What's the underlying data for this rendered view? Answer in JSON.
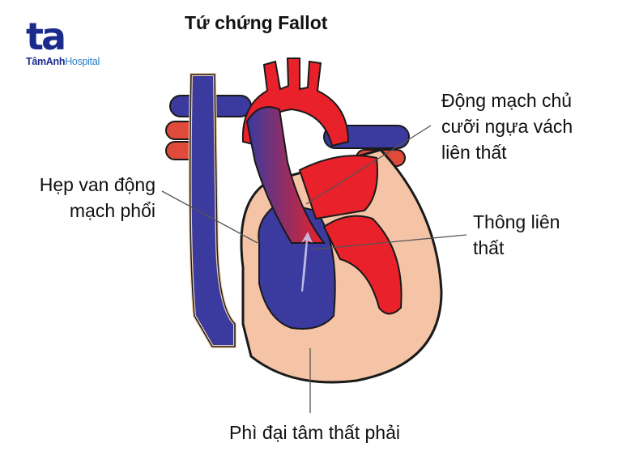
{
  "logo": {
    "mark": "ta",
    "brand": "TâmAnh",
    "suffix": "Hospital",
    "colors": {
      "mark": "#1a2b8c",
      "suffix": "#2a7fc9"
    }
  },
  "title": "Tứ chứng Fallot",
  "labels": {
    "overriding_aorta": [
      "Động mạch chủ",
      "cưỡi ngựa vách",
      "liên thất"
    ],
    "pulmonary_stenosis": [
      "Hẹp van động",
      "mạch phổi"
    ],
    "vsd": [
      "Thông liên",
      "thất"
    ],
    "rv_hypertrophy": [
      "Phì đại tâm thất phải"
    ]
  },
  "colors": {
    "deoxygenated": "#3b3a9e",
    "oxygenated": "#e8212b",
    "muscle": "#f5c4a6",
    "outline": "#1a1a1a",
    "leader": "#555555"
  }
}
